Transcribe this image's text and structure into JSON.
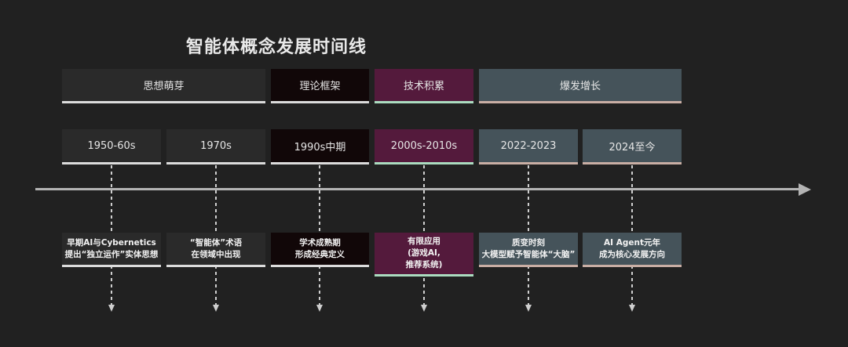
{
  "title": "智能体概念发展时间线",
  "colors": {
    "background": "#212121",
    "box_grey": "#2a2a2a",
    "box_black": "#110708",
    "box_purple": "#541a3c",
    "box_slate": "#45535a",
    "underline_white": "#dcdcdc",
    "underline_mint": "#abdcc0",
    "underline_tan": "#c9aea4",
    "axis_line": "#b3b3b3",
    "dashed_line": "#cfcfcf",
    "text": "#e9e9e9"
  },
  "phases": [
    {
      "label": "思想萌芽",
      "theme": "grey",
      "span": 2
    },
    {
      "label": "理论框架",
      "theme": "black",
      "span": 1
    },
    {
      "label": "技术积累",
      "theme": "purple",
      "span": 1
    },
    {
      "label": "爆发增长",
      "theme": "slate",
      "span": 2
    }
  ],
  "periods": [
    {
      "label": "1950-60s",
      "theme": "grey"
    },
    {
      "label": "1970s",
      "theme": "grey"
    },
    {
      "label": "1990s中期",
      "theme": "black"
    },
    {
      "label": "2000s-2010s",
      "theme": "purple"
    },
    {
      "label": "2022-2023",
      "theme": "slate"
    },
    {
      "label": "2024至今",
      "theme": "slate"
    }
  ],
  "events": [
    {
      "theme": "grey",
      "lines": [
        "早期AI与Cybernetics",
        "提出“独立运作”实体思想"
      ]
    },
    {
      "theme": "grey",
      "lines": [
        "“智能体”术语",
        "在领域中出现"
      ]
    },
    {
      "theme": "black",
      "lines": [
        "学术成熟期",
        "形成经典定义"
      ]
    },
    {
      "theme": "purple",
      "lines": [
        "有限应用",
        "(游戏AI,",
        "推荐系统)"
      ]
    },
    {
      "theme": "slate",
      "lines": [
        "质变时刻",
        "大模型赋予智能体“大脑”"
      ]
    },
    {
      "theme": "slate",
      "lines": [
        "AI Agent元年",
        "成为核心发展方向"
      ]
    }
  ]
}
